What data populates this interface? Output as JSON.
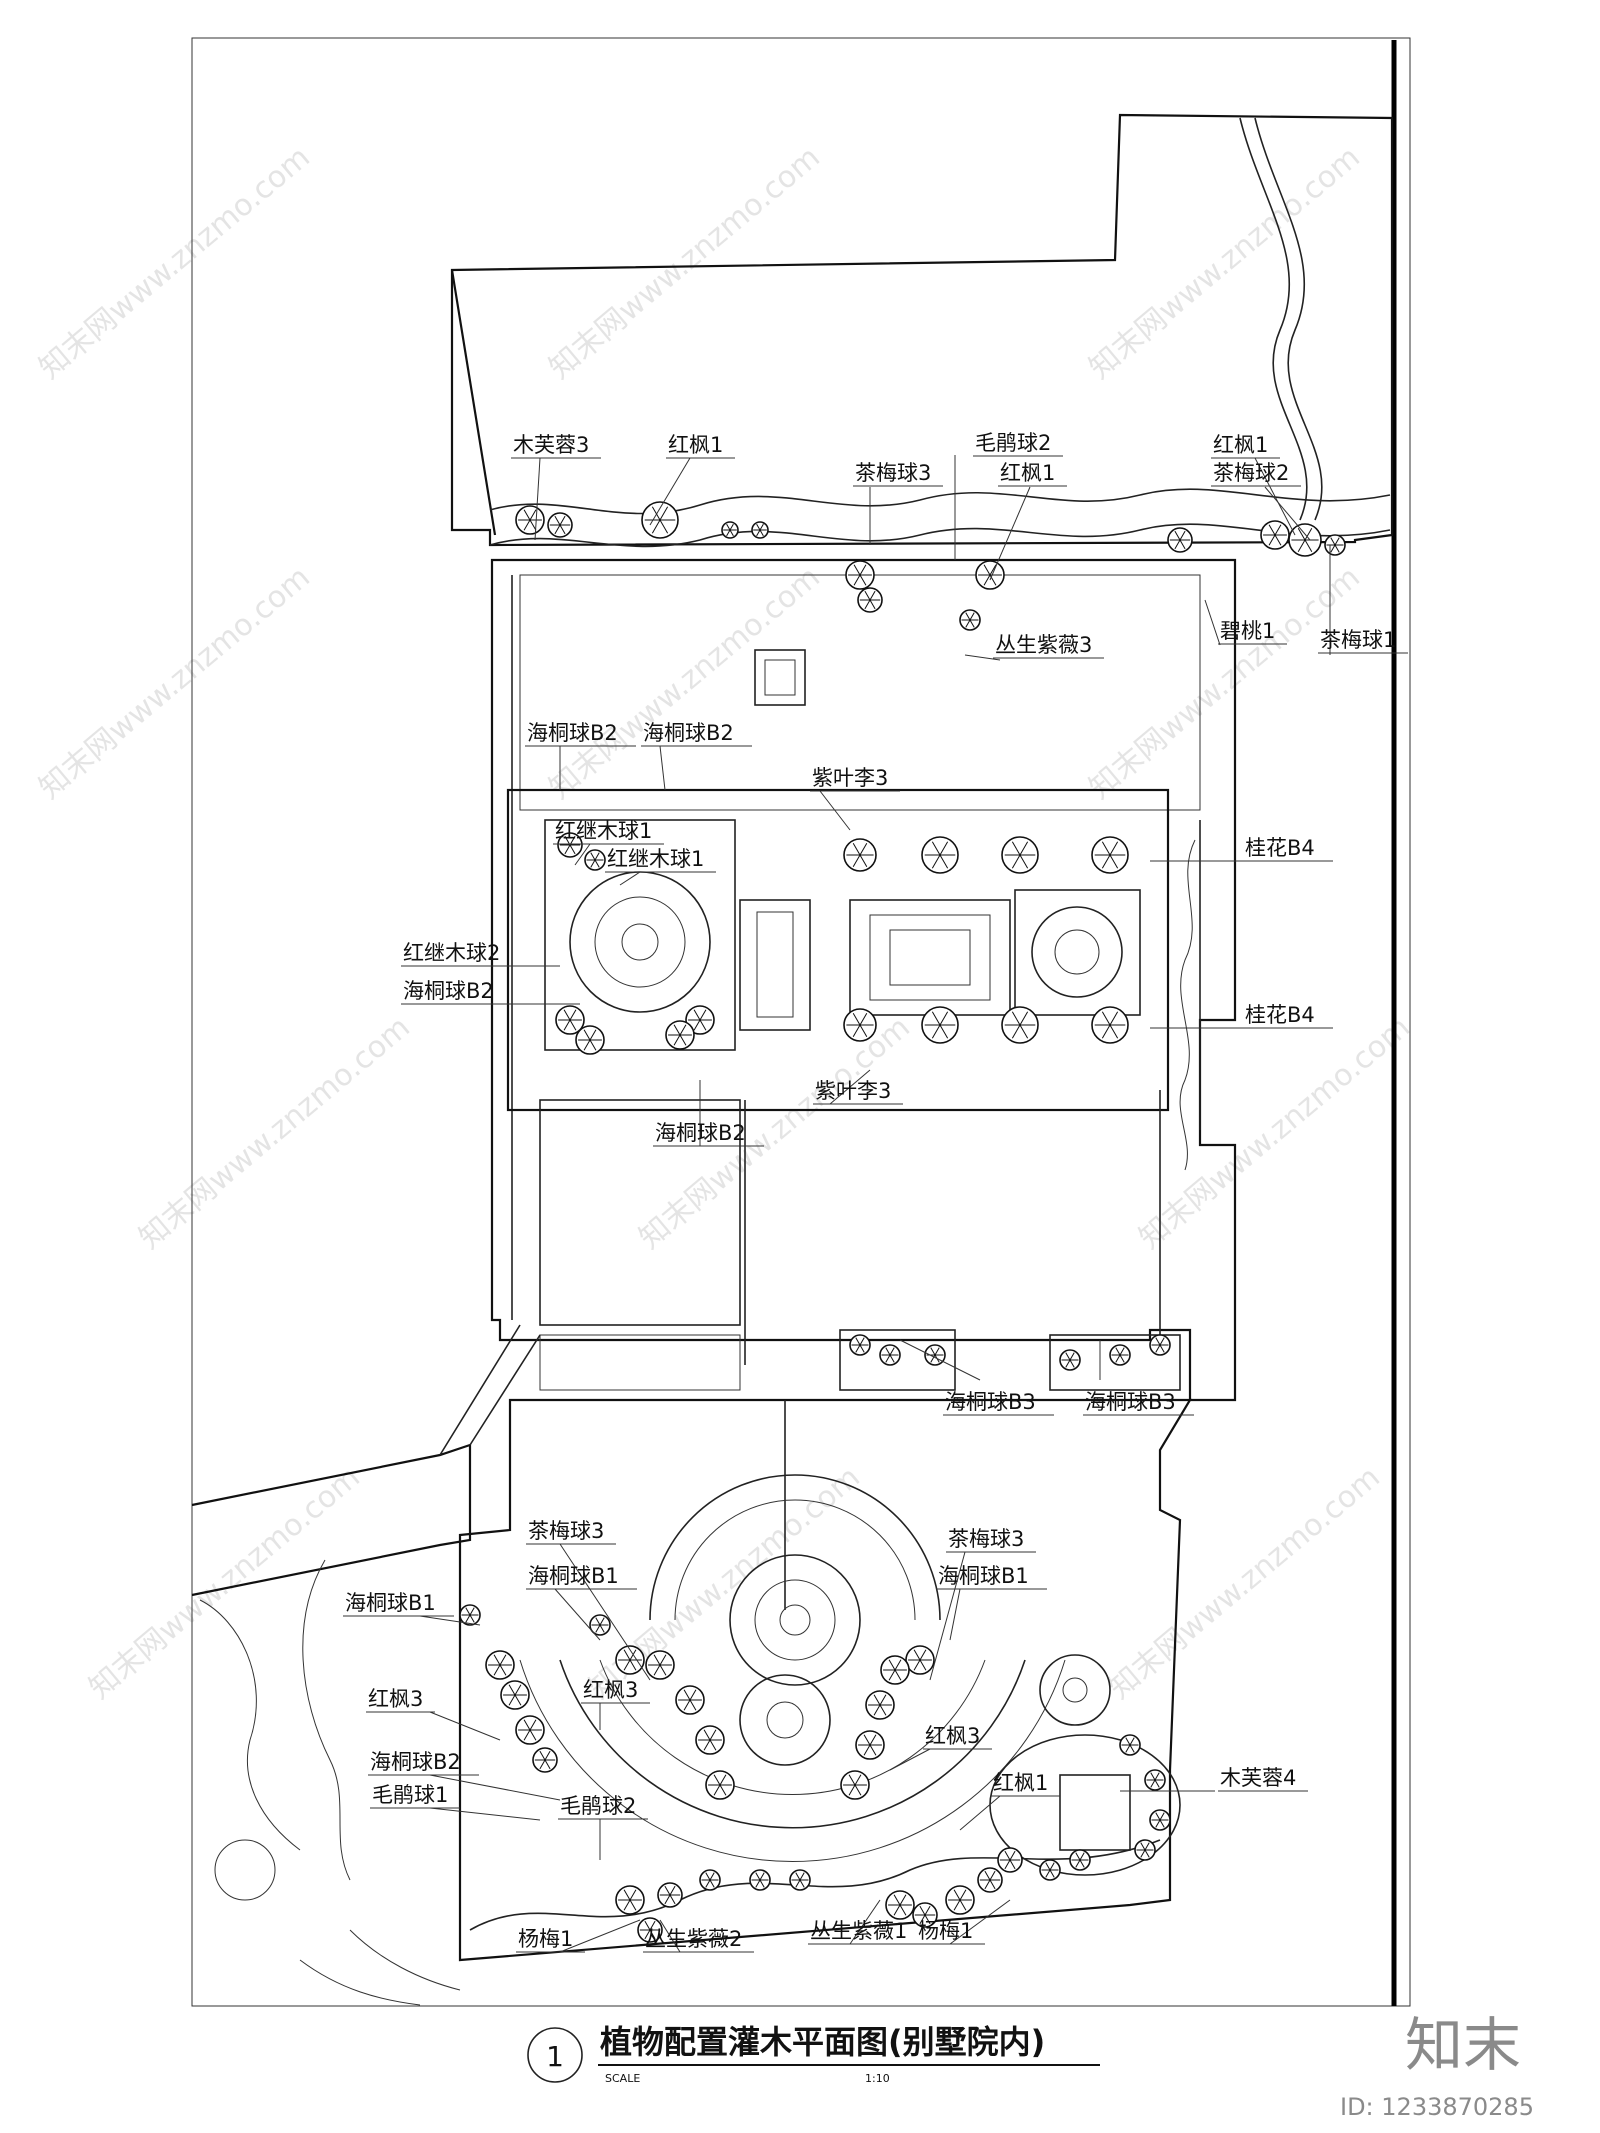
{
  "title": {
    "number": "1",
    "text": "植物配置灌木平面图(别墅院内)",
    "scale_label": "SCALE",
    "scale_value": "1:10"
  },
  "brand": {
    "logo_text": "知末",
    "id_text": "ID: 1233870285"
  },
  "watermark": {
    "text": "知末网www.znzmo.com"
  },
  "labels": [
    "木芙蓉3",
    "红枫1",
    "毛鹃球2",
    "茶梅球3",
    "红枫1",
    "红枫1",
    "茶梅球2",
    "碧桃1",
    "茶梅球1",
    "丛生紫薇3",
    "海桐球B2",
    "海桐球B2",
    "紫叶李3",
    "红继木球1",
    "红继木球1",
    "桂花B4",
    "红继木球2",
    "海桐球B2",
    "桂花B4",
    "紫叶李3",
    "海桐球B2",
    "海桐球B3",
    "海桐球B3",
    "茶梅球3",
    "海桐球B1",
    "茶梅球3",
    "海桐球B1",
    "海桐球B1",
    "红枫3",
    "红枫3",
    "红枫3",
    "海桐球B2",
    "毛鹃球1",
    "毛鹃球2",
    "木芙蓉4",
    "红枫1",
    "杨梅1",
    "丛生紫薇2",
    "丛生紫薇1",
    "杨梅1"
  ]
}
